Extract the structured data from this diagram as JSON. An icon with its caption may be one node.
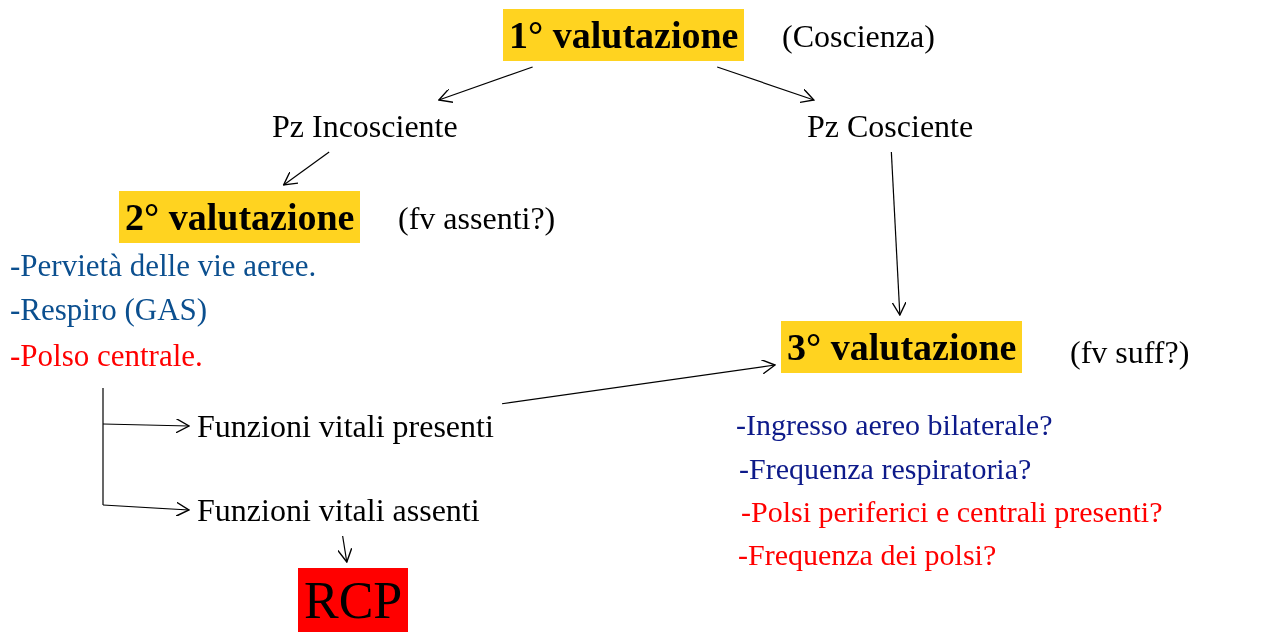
{
  "diagram": {
    "nodes": [
      {
        "text": [
          "1° valutazione"
        ],
        "beside": [
          "(Coscienza)"
        ]
      },
      {
        "text": [
          "Pz Incosciente"
        ]
      },
      {
        "text": [
          "Pz Cosciente"
        ]
      },
      {
        "text": [
          "2° valutazione"
        ],
        "beside": [
          "(fv assenti?)"
        ]
      },
      {
        "text": [
          "3° valutazione"
        ],
        "beside": [
          "(fv suff?)"
        ]
      },
      {
        "text": [
          "Funzioni vitali presenti"
        ]
      },
      {
        "text": [
          "Funzioni vitali assenti"
        ]
      },
      {
        "text": [
          "RCP"
        ]
      }
    ],
    "edges": [
      {
        "from": 0,
        "to": 1,
        "arrow": "to"
      },
      {
        "from": 0,
        "to": 2,
        "arrow": "to"
      },
      {
        "from": 1,
        "to": 3,
        "arrow": "to"
      },
      {
        "from": 2,
        "to": 4,
        "arrow": "to"
      },
      {
        "from": 5,
        "to": 4,
        "arrow": "to"
      },
      {
        "from": 6,
        "to": 7,
        "arrow": "to"
      },
      {
        "from": null,
        "to": 5,
        "arrow": "to"
      },
      {
        "from": null,
        "to": 6,
        "arrow": "to"
      }
    ],
    "labels": [
      "-Pervietà delle vie aeree.",
      "-Respiro (GAS)",
      "-Polso centrale.",
      "-Ingresso aereo bilaterale?",
      "-Frequenza respiratoria?",
      "-Polsi periferici e centrali presenti?",
      "-Frequenza dei polsi?"
    ]
  }
}
